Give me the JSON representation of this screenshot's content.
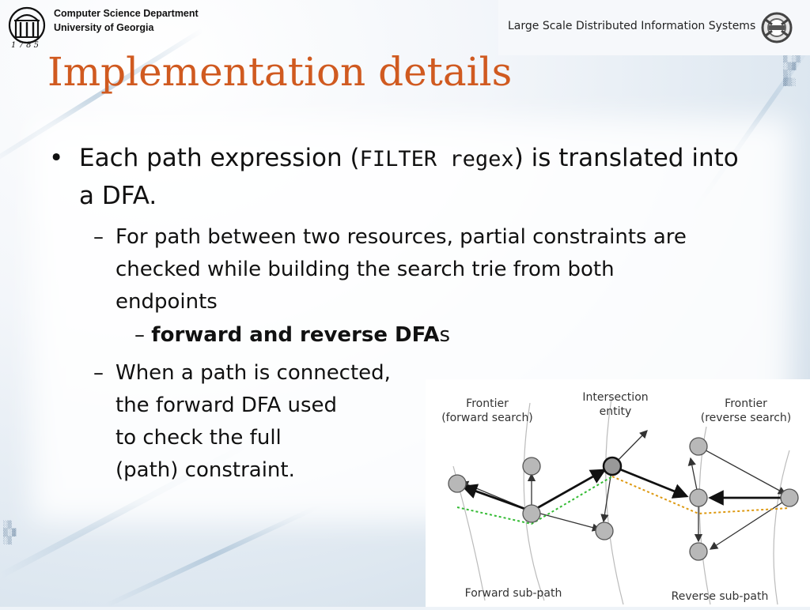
{
  "header": {
    "dept": "Computer Science Department",
    "university": "University of Georgia",
    "logo_year": "1 7 8 5",
    "course": "Large Scale Distributed Information Systems"
  },
  "slide": {
    "title": "Implementation details",
    "bullet1": {
      "bullet_char": "•",
      "text_a": "Each path expression (",
      "code": "FILTER regex",
      "text_b": ") is translated into a DFA."
    },
    "sub1": {
      "dash": "–",
      "text": "For path between two resources, partial constraints are checked while building the search trie from both endpoints"
    },
    "sub1a": {
      "dash": "–",
      "bold": "forward and reverse DFA",
      "suffix": "s"
    },
    "sub2": {
      "dash": "–",
      "lines": [
        "When a path is connected,",
        "the forward DFA used",
        "to check the full",
        "(path) constraint."
      ]
    }
  },
  "diagram": {
    "frontier_forward": [
      "Frontier",
      "(forward search)"
    ],
    "intersection": [
      "Intersection",
      "entity"
    ],
    "frontier_reverse": [
      "Frontier",
      "(reverse search)"
    ],
    "forward_subpath": "Forward sub-path",
    "reverse_subpath": "Reverse sub-path"
  }
}
